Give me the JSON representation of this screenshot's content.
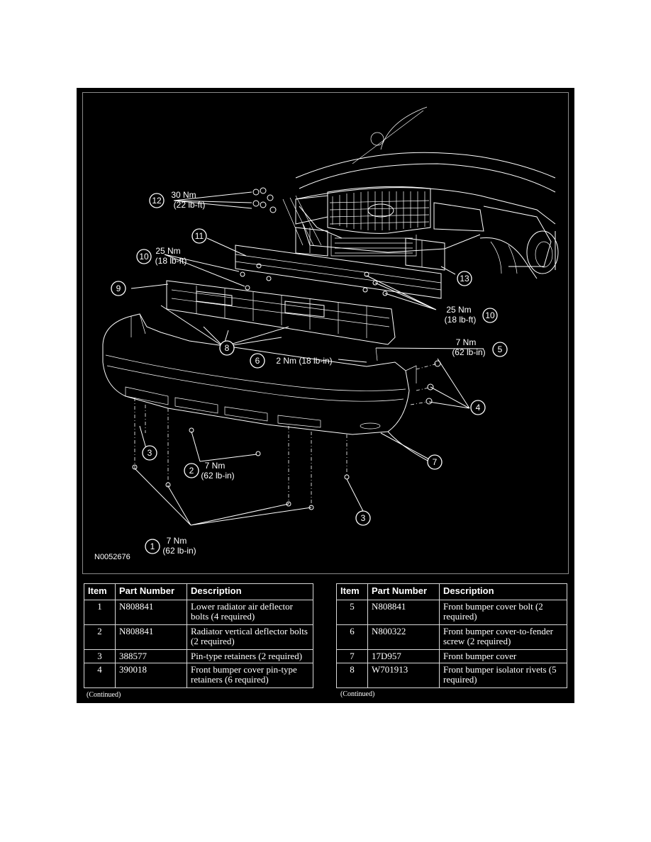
{
  "figure": {
    "code": "N0052676",
    "callouts": {
      "c12": {
        "num": "12",
        "torque_nm": "30 Nm",
        "torque_imp": "(22 lb-ft)"
      },
      "c11": {
        "num": "11"
      },
      "c10a": {
        "num": "10",
        "torque_nm": "25 Nm",
        "torque_imp": "(18 lb-ft)"
      },
      "c9": {
        "num": "9"
      },
      "c13": {
        "num": "13"
      },
      "c10b": {
        "num": "10",
        "torque_nm": "25 Nm",
        "torque_imp": "(18 lb-ft)"
      },
      "c8": {
        "num": "8"
      },
      "c6": {
        "num": "6",
        "torque": "2 Nm (18 lb-in)"
      },
      "c5": {
        "num": "5",
        "torque_nm": "7 Nm",
        "torque_imp": "(62 lb-in)"
      },
      "c4": {
        "num": "4"
      },
      "c3a": {
        "num": "3"
      },
      "c2": {
        "num": "2",
        "torque_nm": "7 Nm",
        "torque_imp": "(62 lb-in)"
      },
      "c7": {
        "num": "7"
      },
      "c3b": {
        "num": "3"
      },
      "c1": {
        "num": "1",
        "torque_nm": "7 Nm",
        "torque_imp": "(62 lb-in)"
      }
    }
  },
  "tables": {
    "left": {
      "headers": {
        "item": "Item",
        "part": "Part Number",
        "desc": "Description"
      },
      "rows": [
        {
          "item": "1",
          "part": "N808841",
          "desc": "Lower radiator air deflector bolts (4 required)"
        },
        {
          "item": "2",
          "part": "N808841",
          "desc": "Radiator vertical deflector bolts (2 required)"
        },
        {
          "item": "3",
          "part": "388577",
          "desc": "Pin-type retainers (2 required)"
        },
        {
          "item": "4",
          "part": "390018",
          "desc": "Front bumper cover pin-type retainers (6 required)"
        }
      ],
      "continued": "(Continued)"
    },
    "right": {
      "headers": {
        "item": "Item",
        "part": "Part Number",
        "desc": "Description"
      },
      "rows": [
        {
          "item": "5",
          "part": "N808841",
          "desc": "Front bumper cover bolt (2 required)"
        },
        {
          "item": "6",
          "part": "N800322",
          "desc": "Front bumper cover-to-fender screw (2 required)"
        },
        {
          "item": "7",
          "part": "17D957",
          "desc": "Front bumper cover"
        },
        {
          "item": "8",
          "part": "W701913",
          "desc": "Front bumper isolator rivets (5 required)"
        }
      ],
      "continued": "(Continued)"
    }
  }
}
